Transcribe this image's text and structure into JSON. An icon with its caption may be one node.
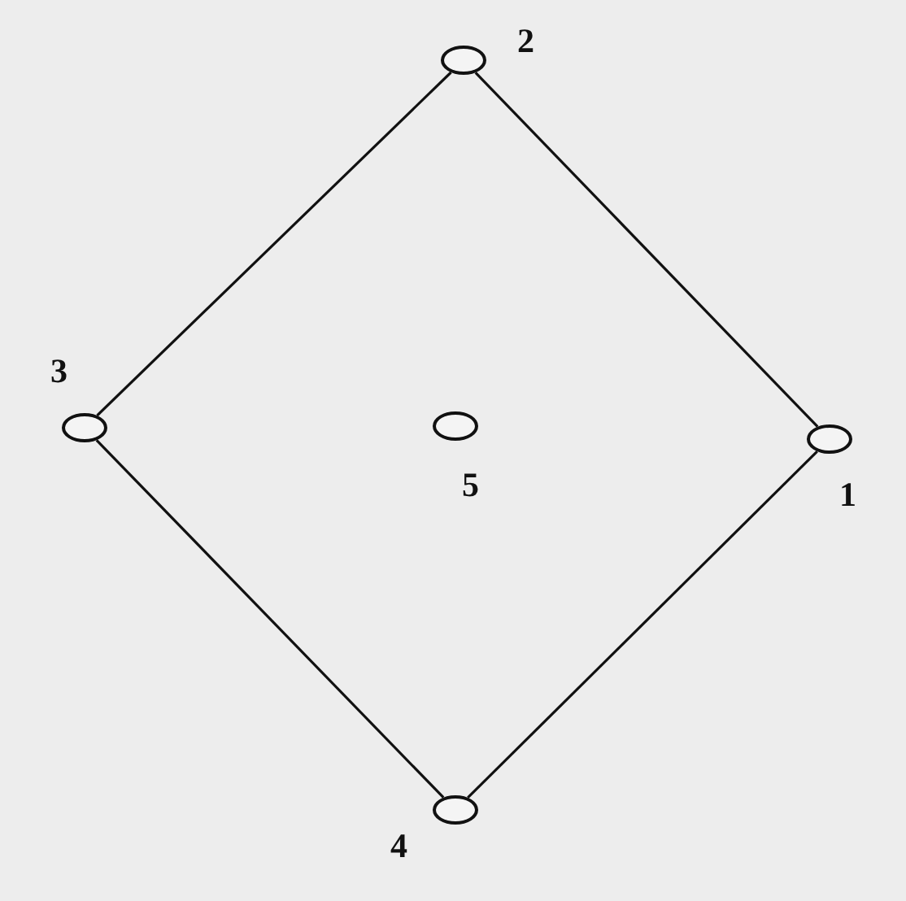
{
  "diagram": {
    "nodes": [
      {
        "text": [],
        "shape": "circle",
        "beside": [
          "2"
        ]
      },
      {
        "text": [],
        "shape": "circle",
        "beside": [
          "3"
        ]
      },
      {
        "text": [],
        "shape": "circle",
        "beside": [
          "5"
        ]
      },
      {
        "text": [],
        "shape": "circle",
        "beside": [
          "1"
        ]
      },
      {
        "text": [],
        "shape": "circle",
        "beside": [
          "4"
        ]
      }
    ],
    "edges": [
      {
        "from": 0,
        "to": 3,
        "arrow": "none"
      },
      {
        "from": 3,
        "to": 4,
        "arrow": "none"
      },
      {
        "from": 4,
        "to": 1,
        "arrow": "none"
      },
      {
        "from": 1,
        "to": 0,
        "arrow": "none"
      }
    ]
  }
}
